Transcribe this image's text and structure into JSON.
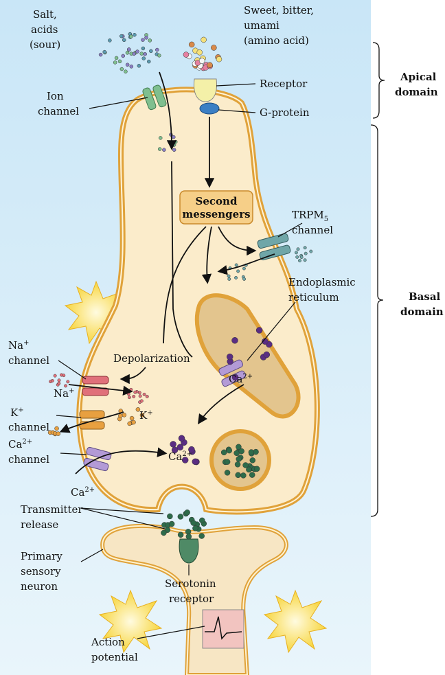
{
  "labels": {
    "salt": [
      "Salt,",
      "acids",
      "(sour)"
    ],
    "sweet": [
      "Sweet, bitter,",
      "umami",
      "(amino acid)"
    ],
    "ion_channel": [
      "Ion",
      "channel"
    ],
    "receptor": "Receptor",
    "g_protein": "G-protein",
    "apical": [
      "Apical",
      "domain"
    ],
    "second_messengers": [
      "Second",
      "messengers"
    ],
    "trpm": {
      "base": "TRPM",
      "sub": "5",
      "line2": "channel"
    },
    "er": [
      "Endoplasmic",
      "reticulum"
    ],
    "basal": [
      "Basal",
      "domain"
    ],
    "na_channel": {
      "base": "Na",
      "sup": "+",
      "line2": "channel"
    },
    "na_ion": {
      "base": "Na",
      "sup": "+"
    },
    "depolarization": "Depolarization",
    "k_channel": {
      "base": "K",
      "sup": "+",
      "line2": "channel"
    },
    "k_ion": {
      "base": "K",
      "sup": "+"
    },
    "ca_er": {
      "base": "Ca",
      "sup": "2+"
    },
    "ca_center": {
      "base": "Ca",
      "sup": "2+"
    },
    "ca_channel": {
      "base": "Ca",
      "sup": "2+",
      "line2": "channel"
    },
    "ca_outside": {
      "base": "Ca",
      "sup": "2+"
    },
    "transmitter": [
      "Transmitter",
      "release"
    ],
    "neuron": [
      "Primary",
      "sensory",
      "neuron"
    ],
    "serotonin": [
      "Serotonin",
      "receptor"
    ],
    "action": [
      "Action",
      "potential"
    ]
  },
  "colors": {
    "background": "#d6ecf8",
    "cell_fill": "#fbeccb",
    "membrane": "#e0a23a",
    "ion_channel": "#7fbf8f",
    "receptor": "#f4f0a8",
    "g_protein": "#3b7fc4",
    "trpm_channel": "#6fa6a8",
    "na_channel": "#e0707a",
    "k_channel": "#e8a040",
    "ca_channel": "#b39ad6",
    "calcium": "#5a2d82",
    "transmitter": "#2e6b4a",
    "er_fill": "#e3c58e"
  }
}
